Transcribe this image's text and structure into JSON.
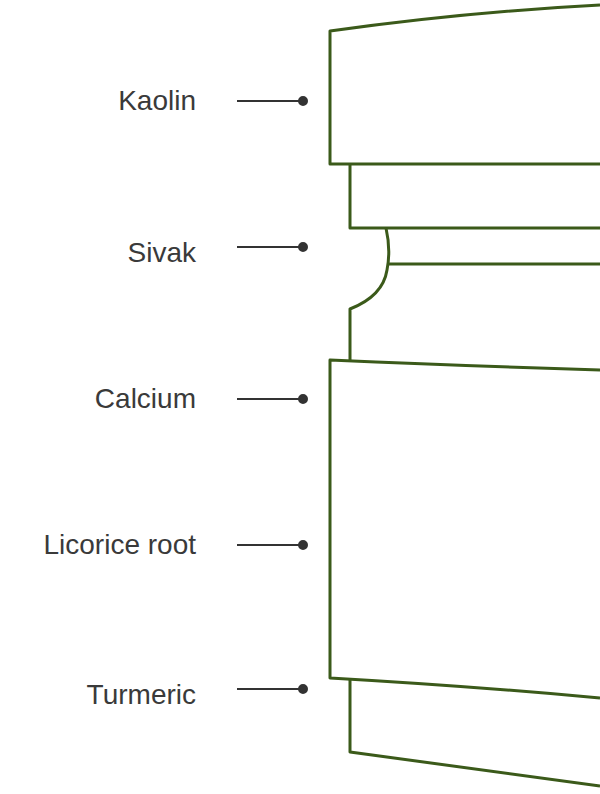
{
  "diagram": {
    "labels": [
      "Kaolin",
      "Sivak",
      "Calcium",
      "Licorice root",
      "Turmeric"
    ]
  }
}
